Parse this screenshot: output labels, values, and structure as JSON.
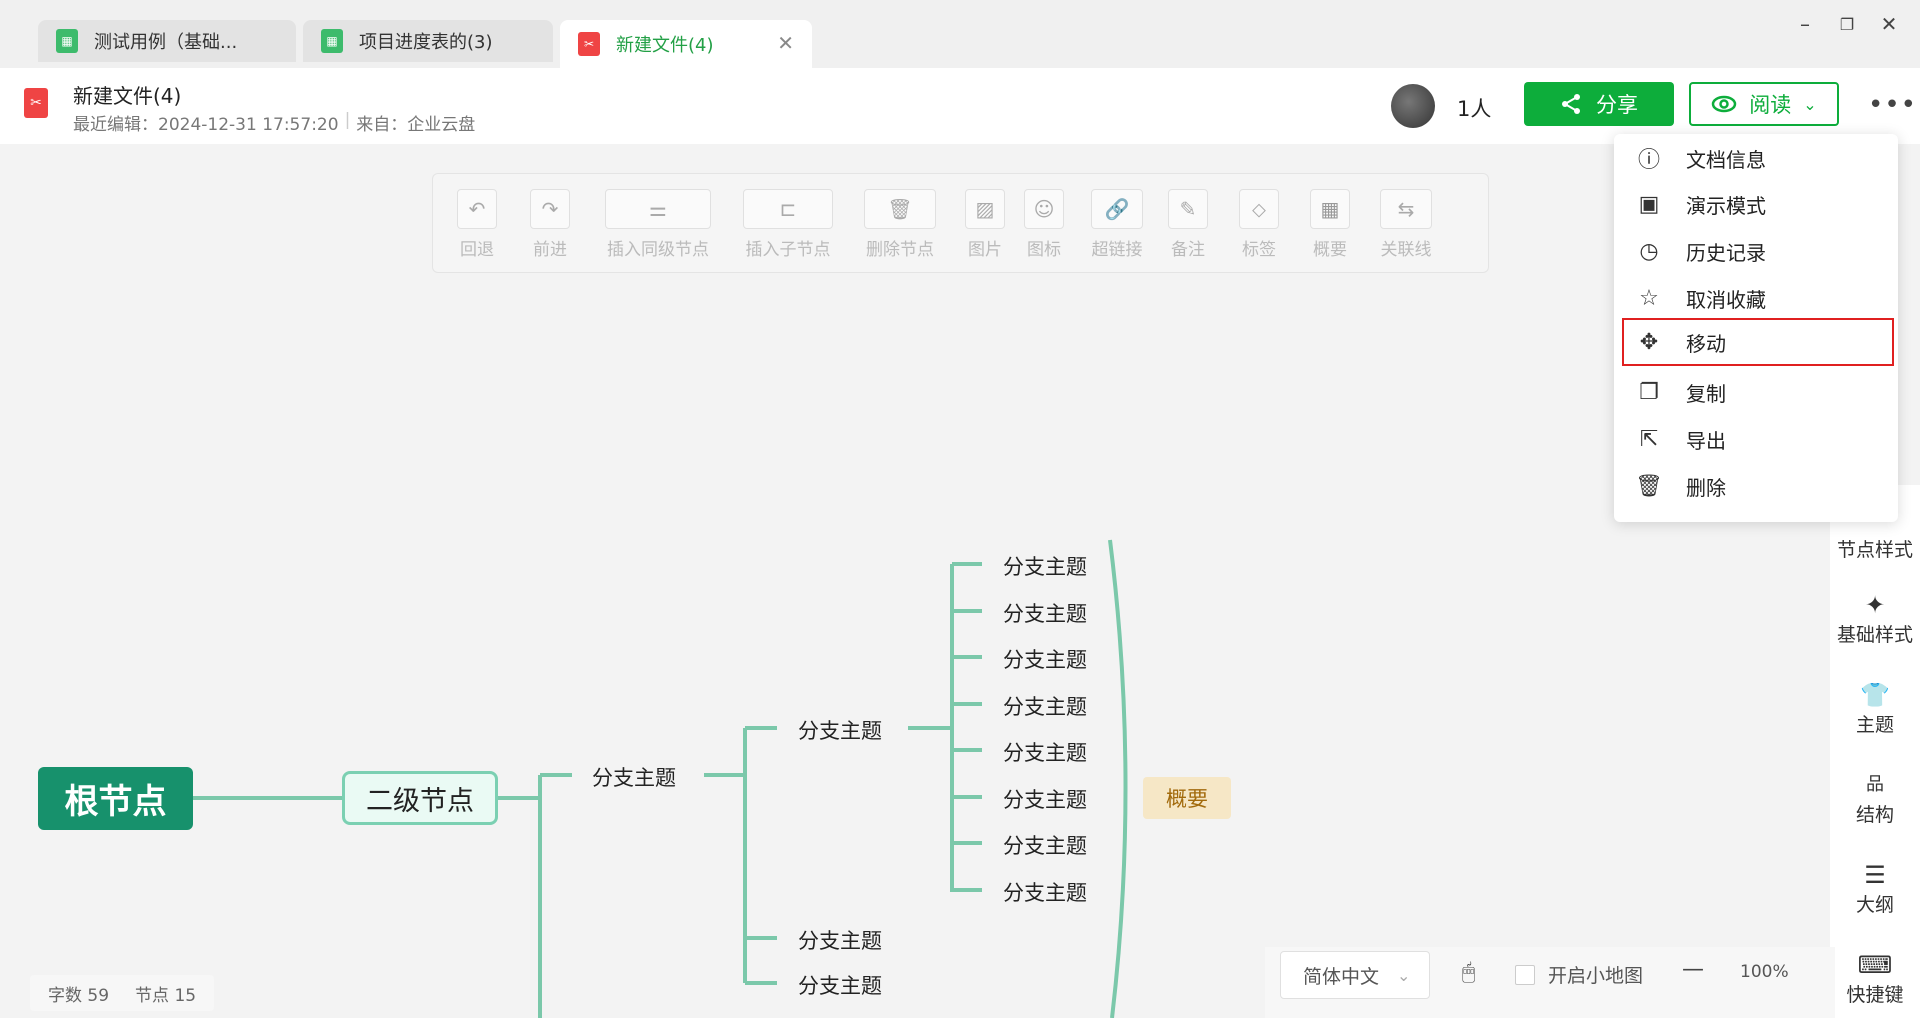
{
  "tabs": [
    {
      "label": "测试用例（基础...",
      "icon": "sheet-icon",
      "color": "#3dbb6c",
      "active": false
    },
    {
      "label": "项目进度表的(3)",
      "icon": "sheet-icon",
      "color": "#3dbb6c",
      "active": false
    },
    {
      "label": "新建文件(4)",
      "icon": "mindmap-icon",
      "color": "#ef4444",
      "active": true
    }
  ],
  "window_controls": {
    "minimize": "–",
    "restore": "❐",
    "close": "✕"
  },
  "header": {
    "title": "新建文件(4)",
    "last_edit_label": "最近编辑：",
    "last_edit_time": "2024-12-31 17:57:20",
    "source_label": "来自：",
    "source": "企业云盘",
    "people_count": "1人",
    "share_label": "分享",
    "read_label": "阅读",
    "more": "•••"
  },
  "toolbar": [
    {
      "label": "回退",
      "icon": "undo-icon",
      "glyph": "↶"
    },
    {
      "label": "前进",
      "icon": "redo-icon",
      "glyph": "↷"
    },
    {
      "label": "插入同级节点",
      "icon": "sibling-node-icon",
      "glyph": "⚌"
    },
    {
      "label": "插入子节点",
      "icon": "child-node-icon",
      "glyph": "⊏"
    },
    {
      "label": "删除节点",
      "icon": "trash-icon",
      "glyph": "🗑"
    },
    {
      "label": "图片",
      "icon": "image-icon",
      "glyph": "▨"
    },
    {
      "label": "图标",
      "icon": "emoji-icon",
      "glyph": "☺"
    },
    {
      "label": "超链接",
      "icon": "link-icon",
      "glyph": "🔗"
    },
    {
      "label": "备注",
      "icon": "note-icon",
      "glyph": "✎"
    },
    {
      "label": "标签",
      "icon": "tag-icon",
      "glyph": "⬦"
    },
    {
      "label": "概要",
      "icon": "summary-icon",
      "glyph": "▦"
    },
    {
      "label": "关联线",
      "icon": "relation-line-icon",
      "glyph": "⇆"
    }
  ],
  "mindmap": {
    "root": "根节点",
    "level2": "二级节点",
    "branch_label": "分支主题",
    "summary": "概要"
  },
  "menu": [
    {
      "label": "文档信息",
      "icon": "info-icon",
      "glyph": "ⓘ"
    },
    {
      "label": "演示模式",
      "icon": "presentation-icon",
      "glyph": "▣"
    },
    {
      "label": "历史记录",
      "icon": "history-icon",
      "glyph": "◷"
    },
    {
      "label": "取消收藏",
      "icon": "unstar-icon",
      "glyph": "☆"
    },
    {
      "label": "移动",
      "icon": "move-icon",
      "glyph": "✥",
      "highlighted": true
    },
    {
      "label": "复制",
      "icon": "copy-icon",
      "glyph": "❐"
    },
    {
      "label": "导出",
      "icon": "export-icon",
      "glyph": "⇱"
    },
    {
      "label": "删除",
      "icon": "delete-icon",
      "glyph": "🗑"
    }
  ],
  "side_panel": [
    {
      "label": "节点样式",
      "icon": "node-style-icon",
      "glyph": ""
    },
    {
      "label": "基础样式",
      "icon": "magic-wand-icon",
      "glyph": "✦"
    },
    {
      "label": "主题",
      "icon": "shirt-icon",
      "glyph": "👕"
    },
    {
      "label": "结构",
      "icon": "structure-icon",
      "glyph": "品"
    },
    {
      "label": "大纲",
      "icon": "outline-icon",
      "glyph": "☰"
    },
    {
      "label": "快捷键",
      "icon": "keyboard-icon",
      "glyph": "⌨"
    }
  ],
  "status": {
    "word_count_label": "字数",
    "word_count": "59",
    "node_count_label": "节点",
    "node_count": "15",
    "language": "简体中文",
    "minimap_label": "开启小地图",
    "zoom_minus": "—",
    "zoom": "100%"
  },
  "colors": {
    "brand_green": "#0dad3b",
    "root_node": "#17916c",
    "connector": "#7bc8aa",
    "highlight_border": "#e02020"
  }
}
